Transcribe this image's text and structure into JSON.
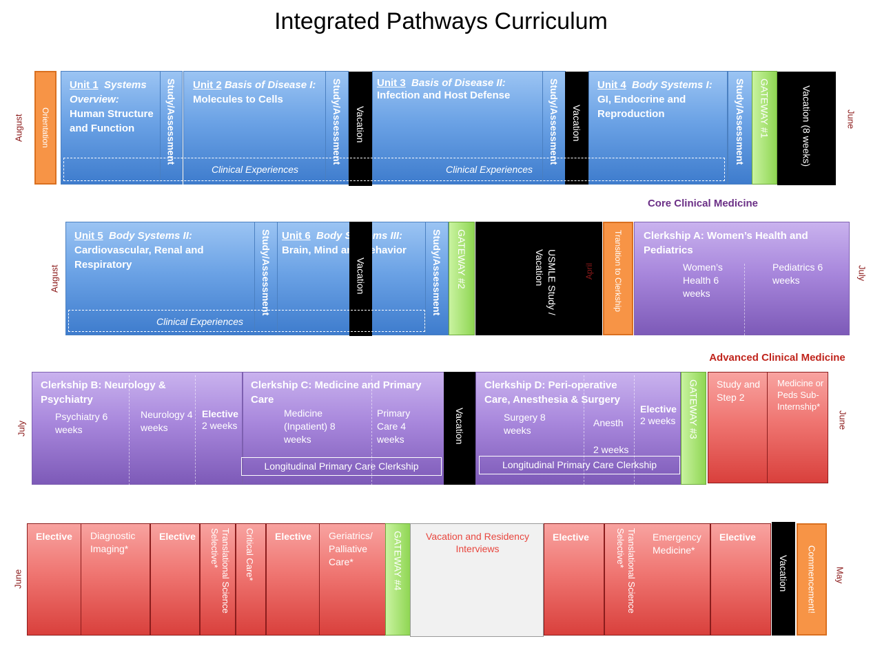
{
  "title": "Integrated Pathways Curriculum",
  "months": {
    "august": "August",
    "june": "June",
    "july": "July",
    "may": "May",
    "april": "April"
  },
  "row1": {
    "orientation": "Orientation",
    "unit1_num": "Unit 1",
    "unit1_title": "Systems Overview:",
    "unit1_sub": "Human Structure and Function",
    "study": "Study/Assessment",
    "unit2_num": "Unit 2",
    "unit2_title": "Basis of Disease I:",
    "unit2_sub": "Molecules to Cells",
    "vacation": "Vacation",
    "unit3_num": "Unit 3",
    "unit3_title": "Basis of Disease II:",
    "unit3_sub": "Infection and Host Defense",
    "unit4_num": "Unit 4",
    "unit4_title": "Body Systems I:",
    "unit4_sub": "GI, Endocrine and Reproduction",
    "gateway": "GATEWAY #1",
    "vacation8": "Vacation (8 weeks)",
    "clinical": "Clinical Experiences"
  },
  "core_label": "Core Clinical Medicine",
  "row2": {
    "unit5_num": "Unit 5",
    "unit5_title": "Body Systems II:",
    "unit5_sub": "Cardiovascular, Renal and Respiratory",
    "study": "Study/Assessment",
    "unit6_num": "Unit 6",
    "unit6_title": "Body Systems III:",
    "unit6_sub": "Brain, Mind and Behavior",
    "vacation": "Vacation",
    "gateway": "GATEWAY #2",
    "usmle": "USMLE Study / Vacation",
    "transition": "Transition to Clerkship",
    "clerkA": "Clerkship A: Women’s Health and Pediatrics",
    "womens": "Women’s Health 6 weeks",
    "peds": "Pediatrics 6 weeks",
    "clinical": "Clinical Experiences"
  },
  "advanced_label": "Advanced Clinical Medicine",
  "row3": {
    "clerkB": "Clerkship B: Neurology & Psychiatry",
    "psych": "Psychiatry 6 weeks",
    "neuro": "Neurology 4 weeks",
    "elective": "Elective",
    "two_weeks": "2 weeks",
    "clerkC": "Clerkship C: Medicine and Primary Care",
    "medicine": "Medicine (Inpatient) 8 weeks",
    "primary": "Primary Care 4 weeks",
    "lpcc": "Longitudinal Primary Care Clerkship",
    "vacation": "Vacation",
    "clerkD": "Clerkship D: Peri-operative Care, Anesthesia & Surgery",
    "surgery": "Surgery 8 weeks",
    "anesth": "Anesth",
    "gateway": "GATEWAY #3",
    "step2": "Study and Step 2",
    "subint": "Medicine or Peds Sub-Internship*"
  },
  "row4": {
    "elective": "Elective",
    "diag": "Diagnostic Imaging*",
    "translational": "Translational Science Selective*",
    "critical": "Critical Care*",
    "geri": "Geriatrics/ Palliative Care*",
    "gateway": "GATEWAY #4",
    "vri": "Vacation and Residency Interviews",
    "emergency": "Emergency Medicine*",
    "vacation": "Vacation",
    "commencement": "Commencement!"
  }
}
